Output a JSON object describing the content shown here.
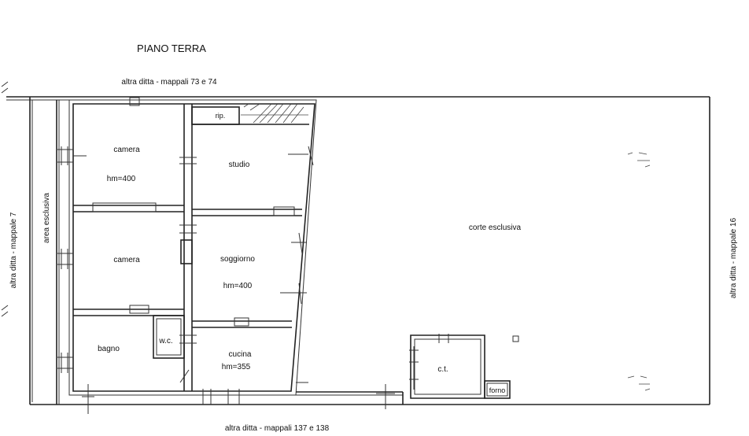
{
  "title": "PIANO TERRA",
  "neighbors": {
    "top": "altra ditta - mappali 73 e 74",
    "left": "altra ditta - mappale 7",
    "right": "altra ditta - mappale 16",
    "bottom": "altra ditta - mappali 137 e 138"
  },
  "areas": {
    "side_strip": "area esclusiva",
    "courtyard": "corte esclusiva"
  },
  "rooms": {
    "camera_top": {
      "name": "camera",
      "height": "hm=400"
    },
    "camera_mid": {
      "name": "camera"
    },
    "bagno": {
      "name": "bagno"
    },
    "wc": {
      "name": "w.c."
    },
    "rip": {
      "name": "rip."
    },
    "studio": {
      "name": "studio"
    },
    "soggiorno": {
      "name": "soggiorno",
      "height": "hm=400"
    },
    "cucina": {
      "name": "cucina",
      "height": "hm=355"
    },
    "ct": {
      "name": "c.t."
    },
    "forno": {
      "name": "forno"
    }
  }
}
